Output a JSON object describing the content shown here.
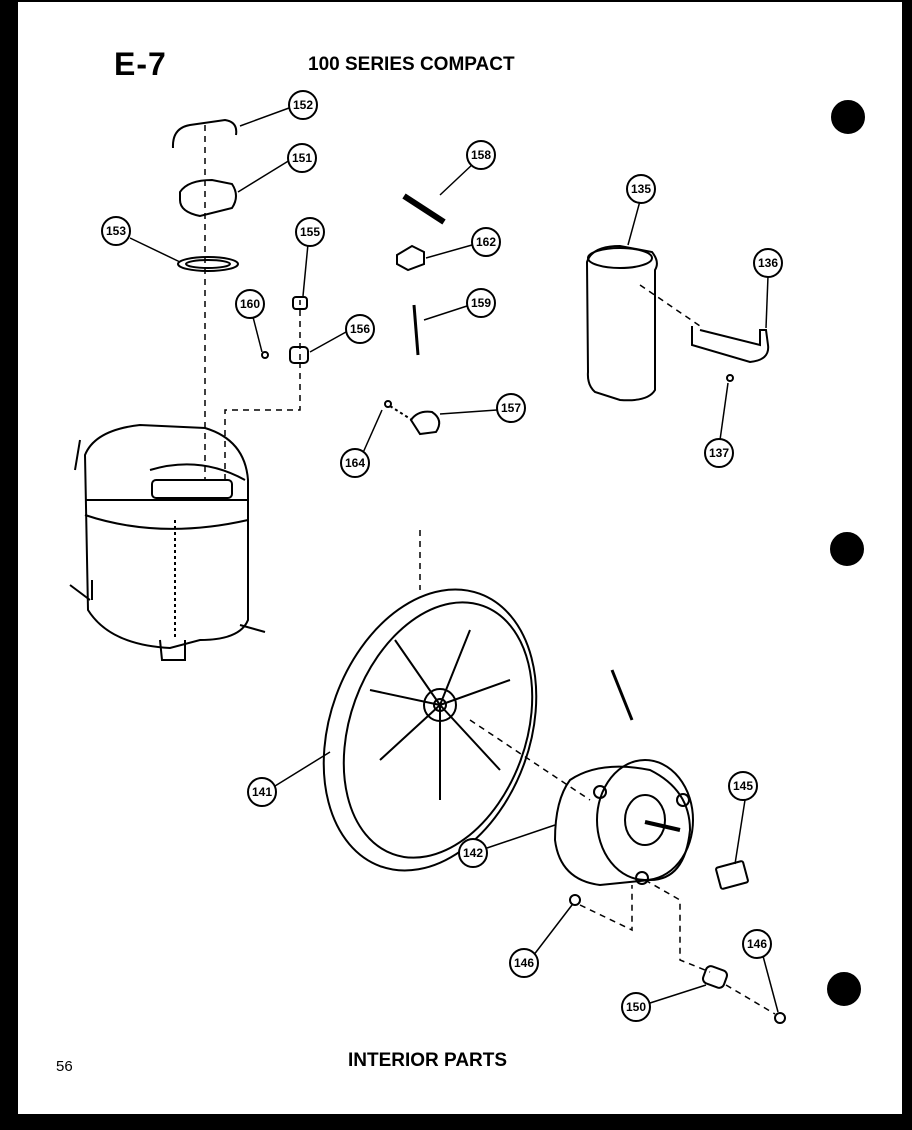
{
  "header": {
    "section_code": "E-7",
    "title": "100 SERIES COMPACT"
  },
  "footer": {
    "caption": "INTERIOR PARTS",
    "page_number": "56"
  },
  "callouts": [
    "152",
    "151",
    "153",
    "155",
    "160",
    "156",
    "158",
    "162",
    "159",
    "157",
    "164",
    "135",
    "136",
    "137",
    "141",
    "142",
    "145",
    "146",
    "146",
    "150"
  ],
  "colors": {
    "ink": "#000000",
    "paper": "#ffffff"
  }
}
